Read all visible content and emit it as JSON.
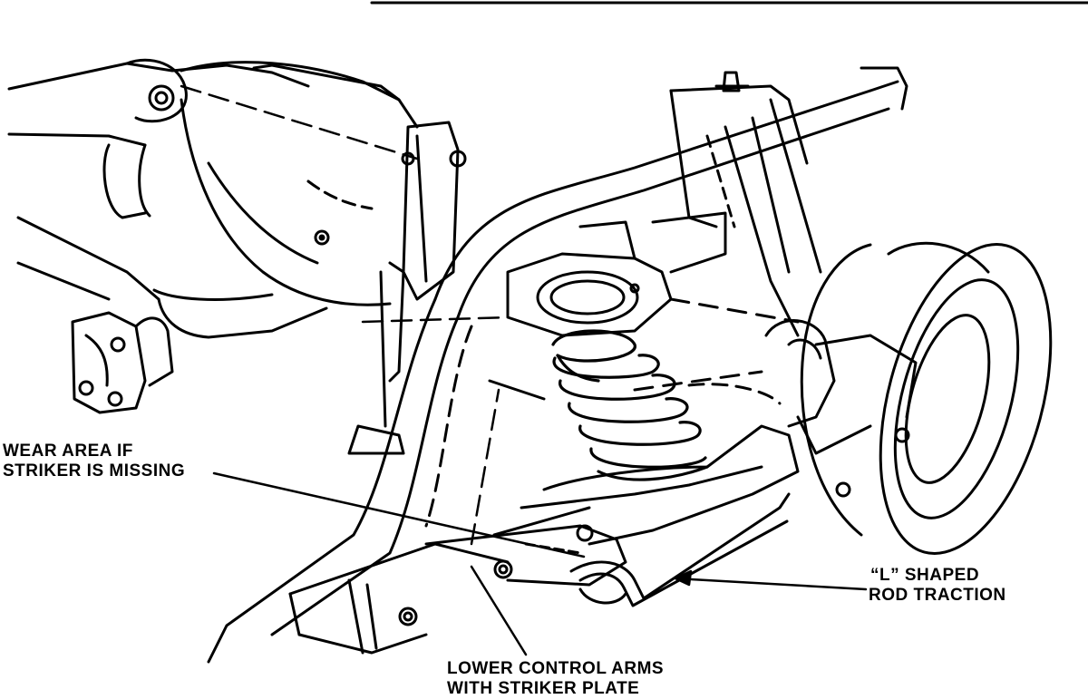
{
  "colors": {
    "ink": "#000000",
    "paper": "#ffffff"
  },
  "labels": {
    "wear_area": {
      "line1": "WEAR AREA IF",
      "line2": "STRIKER IS MISSING"
    },
    "l_shaped_rod": {
      "line1": "“L” SHAPED",
      "line2": "ROD TRACTION"
    },
    "lower_control_arms": {
      "line1": "LOWER CONTROL ARMS",
      "line2": "WITH STRIKER PLATE"
    }
  }
}
